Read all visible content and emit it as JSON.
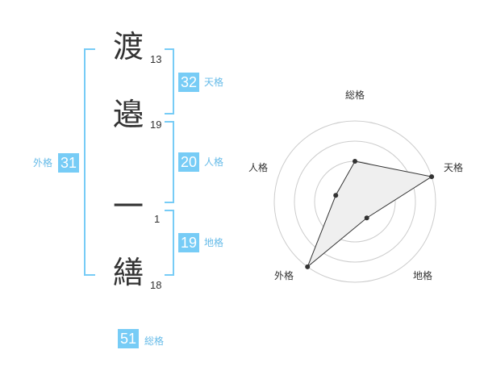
{
  "name": {
    "chars": [
      {
        "char": "渡",
        "strokes": "13"
      },
      {
        "char": "邉",
        "strokes": "19"
      },
      {
        "char": "一",
        "strokes": "1"
      },
      {
        "char": "繕",
        "strokes": "18"
      }
    ]
  },
  "fortune": {
    "tenkaku": {
      "value": "32",
      "label": "天格"
    },
    "jinkaku": {
      "value": "20",
      "label": "人格"
    },
    "chikaku": {
      "value": "19",
      "label": "地格"
    },
    "gaikaku": {
      "value": "31",
      "label": "外格"
    },
    "soukaku": {
      "value": "51",
      "label": "総格"
    }
  },
  "chart_data": {
    "type": "radar",
    "axes": [
      "総格",
      "天格",
      "地格",
      "外格",
      "人格"
    ],
    "values": [
      2,
      4,
      1,
      4,
      1
    ],
    "rmax": 4,
    "rings": 4,
    "fill": "#efefef",
    "line_color": "#333333",
    "grid_color": "#cccccc"
  },
  "colors": {
    "accent": "#77ccf6",
    "label": "#66bbe8"
  }
}
